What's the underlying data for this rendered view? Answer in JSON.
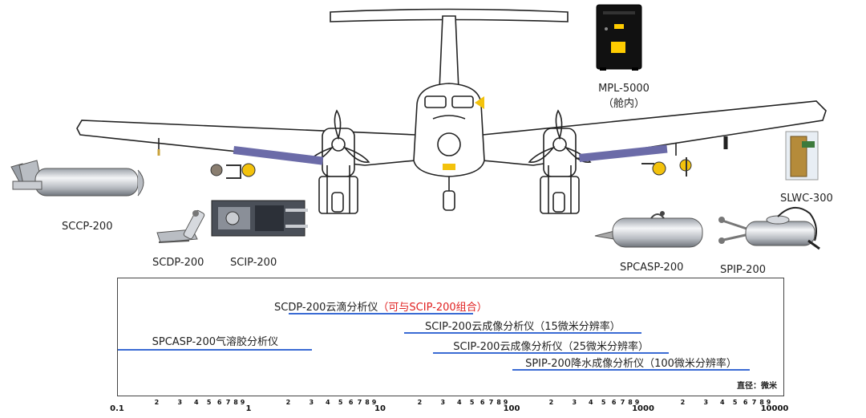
{
  "instruments": {
    "mpl": {
      "name": "MPL-5000",
      "note": "（舱内）"
    },
    "sccp": {
      "name": "SCCP-200"
    },
    "scdp": {
      "name": "SCDP-200"
    },
    "scip": {
      "name": "SCIP-200"
    },
    "slwc": {
      "name": "SLWC-300"
    },
    "spcasp": {
      "name": "SPCASP-200"
    },
    "spip": {
      "name": "SPIP-200"
    }
  },
  "ranges": [
    {
      "label": "SCDP-200云滴分析仪",
      "note": "（可与SCIP-200组合）",
      "min": 2,
      "max": 50
    },
    {
      "label": "SCIP-200云成像分析仪（15微米分辨率）",
      "note": "",
      "min": 15,
      "max": 960
    },
    {
      "label": "SPCASP-200气溶胶分析仪",
      "note": "",
      "min": 0.1,
      "max": 3
    },
    {
      "label": "SCIP-200云成像分析仪（25微米分辨率）",
      "note": "",
      "min": 25,
      "max": 1550
    },
    {
      "label": "SPIP-200降水成像分析仪（100微米分辨率）",
      "note": "",
      "min": 100,
      "max": 6400
    }
  ],
  "axis": {
    "unit_label": "直径：微米",
    "major_ticks": [
      {
        "value": 0.1,
        "label": "0.1"
      },
      {
        "value": 1,
        "label": "1"
      },
      {
        "value": 10,
        "label": "10"
      },
      {
        "value": 100,
        "label": "100"
      },
      {
        "value": 1000,
        "label": "1000"
      },
      {
        "value": 10000,
        "label": "10000"
      }
    ],
    "minor_ticks": [
      "2",
      "3",
      "4",
      "5",
      "6",
      "7",
      "8",
      "9"
    ],
    "scale": "log",
    "range": [
      0.1,
      10000
    ]
  },
  "colors": {
    "range_line": "#3a6bd4",
    "note_text": "#e02020",
    "probe_tube": "#d6d9de",
    "mount_bar": "#6b6ba8",
    "accent": "#f3c20c"
  }
}
